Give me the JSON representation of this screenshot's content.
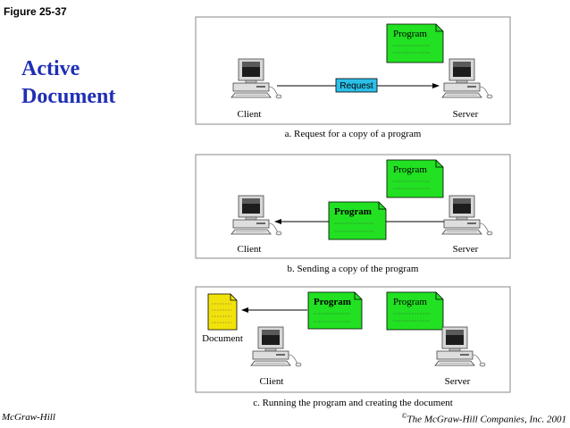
{
  "figure_label": "Figure 25-37",
  "title_line1": "Active",
  "title_line2": "Document",
  "panels": [
    {
      "caption": "a. Request for a copy of a program",
      "client_label": "Client",
      "server_label": "Server",
      "program_label": "Program",
      "request_label": "Request"
    },
    {
      "caption": "b. Sending a copy of the program",
      "client_label": "Client",
      "server_label": "Server",
      "program_label": "Program",
      "copy_label": "Program"
    },
    {
      "caption": "c. Running the program and creating the document",
      "client_label": "Client",
      "server_label": "Server",
      "program_label": "Program",
      "copy_label": "Program",
      "document_label": "Document"
    }
  ],
  "footer_left": "McGraw-Hill",
  "footer_right": "The McGraw-Hill Companies, Inc. 2001",
  "footer_copyright_symbol": "©",
  "colors": {
    "title": "#1f2fb4",
    "program_green": "#22e022",
    "request_blue": "#2cc0e8",
    "document_yellow": "#f2e20c",
    "panel_bg": "#ffffff",
    "panel_border": "#8a8a8a"
  }
}
